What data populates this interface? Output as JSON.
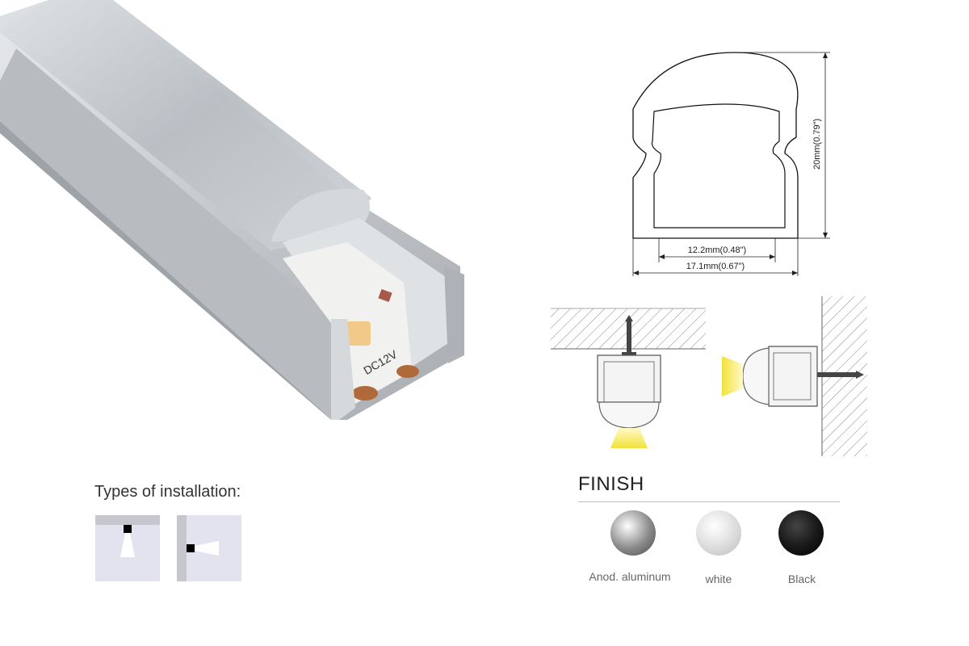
{
  "installation": {
    "title": "Types of installation:"
  },
  "dimensions": {
    "height": "20mm(0.79\")",
    "inner_width": "12.2mm(0.48\")",
    "outer_width": "17.1mm(0.67\")"
  },
  "product": {
    "strip_marking": "DC12V"
  },
  "finish": {
    "title": "FINISH",
    "options": [
      {
        "label": "Anod. aluminum",
        "color": "#9a9a9a"
      },
      {
        "label": "white",
        "color": "#d9d9d9"
      },
      {
        "label": "Black",
        "color": "#1a1a1a"
      }
    ]
  },
  "colors": {
    "light_beam": "#f2e23a",
    "install_bg": "#e3e3ef",
    "aluminum": "#c9ccd0"
  }
}
